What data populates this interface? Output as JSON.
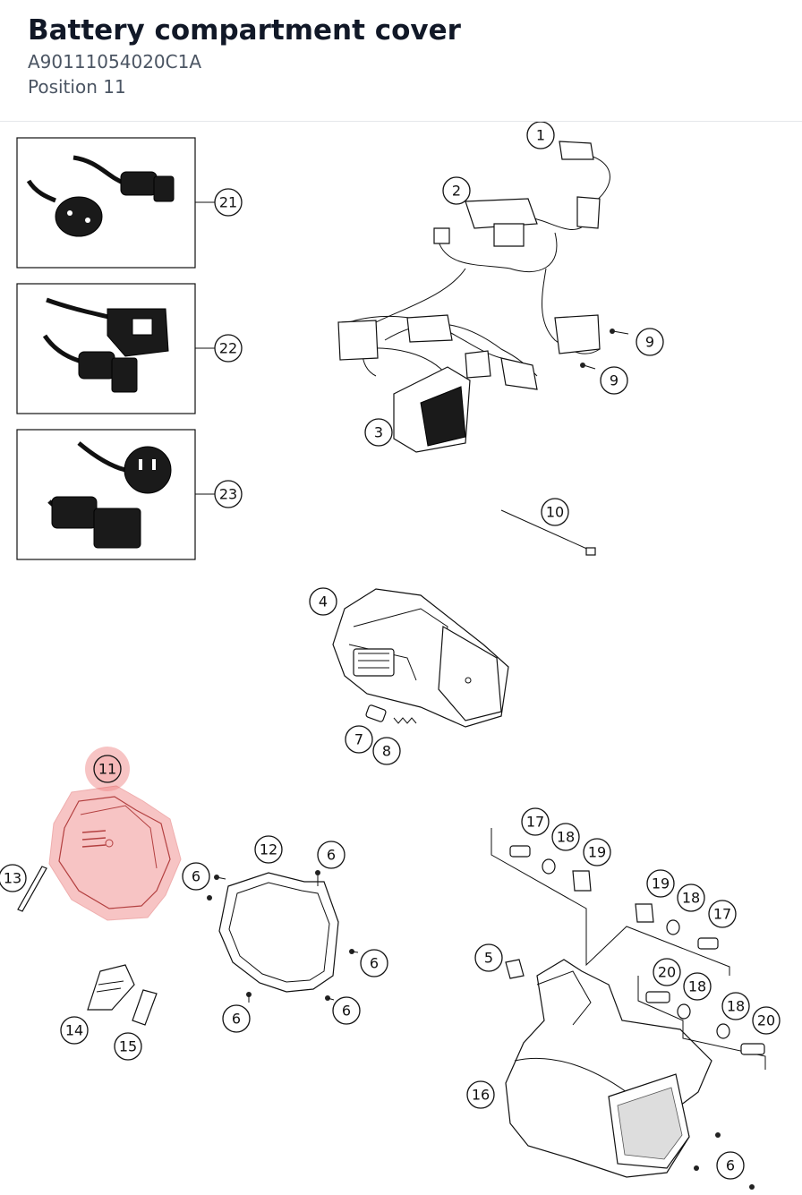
{
  "header": {
    "title": "Battery compartment cover",
    "part_number": "A90111054020C1A",
    "position_label": "Position 11"
  },
  "diagram": {
    "highlight_color": "#f08a8a",
    "highlighted_position": "11",
    "callouts": {
      "c1": "1",
      "c2": "2",
      "c3": "3",
      "c4": "4",
      "c5": "5",
      "c6a": "6",
      "c6b": "6",
      "c6c": "6",
      "c6d": "6",
      "c6e": "6",
      "c6f": "6",
      "c7": "7",
      "c8": "8",
      "c9a": "9",
      "c9b": "9",
      "c10": "10",
      "c11": "11",
      "c12": "12",
      "c13": "13",
      "c14": "14",
      "c15": "15",
      "c16": "16",
      "c17a": "17",
      "c17b": "17",
      "c18a": "18",
      "c18b": "18",
      "c18c": "18",
      "c18d": "18",
      "c19a": "19",
      "c19b": "19",
      "c20a": "20",
      "c20b": "20",
      "c21": "21",
      "c22": "22",
      "c23": "23"
    }
  }
}
